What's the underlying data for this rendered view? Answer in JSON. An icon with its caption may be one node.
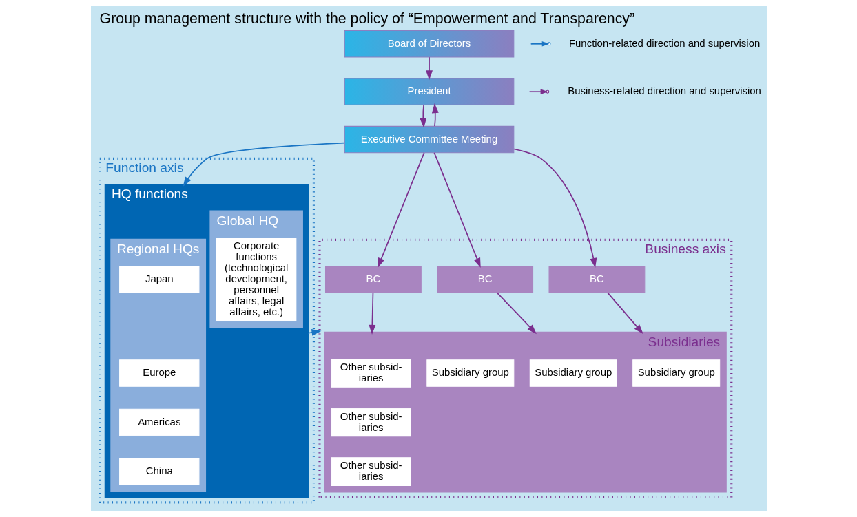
{
  "diagram": {
    "title": "Group management structure with the policy of “Empowerment and Transparency”",
    "nodes": [
      {
        "text": [
          "Board of Directors"
        ]
      },
      {
        "text": [
          "President"
        ]
      },
      {
        "text": [
          "Executive Committee Meeting"
        ]
      },
      {
        "text": [
          "Function axis"
        ]
      },
      {
        "text": [
          "HQ functions"
        ],
        "in": 3
      },
      {
        "text": [
          "Global HQ"
        ],
        "in": 4
      },
      {
        "text": [
          "Corporate functions (technological development, personnel affairs, legal affairs, etc.)"
        ],
        "in": 5
      },
      {
        "text": [
          "Regional HQs"
        ],
        "in": 4
      },
      {
        "text": [
          "Japan"
        ],
        "in": 7
      },
      {
        "text": [
          "Europe"
        ],
        "in": 7
      },
      {
        "text": [
          "Americas"
        ],
        "in": 7
      },
      {
        "text": [
          "China"
        ],
        "in": 7
      },
      {
        "text": [
          "Business axis"
        ]
      },
      {
        "text": [
          "BC"
        ],
        "in": 12
      },
      {
        "text": [
          "BC"
        ],
        "in": 12
      },
      {
        "text": [
          "BC"
        ],
        "in": 12
      },
      {
        "text": [
          "Subsidiaries"
        ],
        "in": 12
      },
      {
        "text": [
          "Subsidiary group"
        ],
        "in": 16
      },
      {
        "text": [
          "Subsidiary group"
        ],
        "in": 16
      },
      {
        "text": [
          "Subsidiary group"
        ],
        "in": 16
      },
      {
        "text": [
          "Other subsid- iaries"
        ],
        "in": 16
      },
      {
        "text": [
          "Other subsid- iaries"
        ],
        "in": 16
      },
      {
        "text": [
          "Other subsid- iaries"
        ],
        "in": 16
      }
    ],
    "edges": [
      {
        "from": 0,
        "to": 1,
        "arrow": "to"
      },
      {
        "from": 1,
        "to": 2,
        "arrow": "to"
      },
      {
        "from": 2,
        "to": 1,
        "arrow": "to"
      },
      {
        "from": 2,
        "to": 4,
        "arrow": "to",
        "color": "#1a75c4"
      },
      {
        "from": 2,
        "to": 13,
        "arrow": "to"
      },
      {
        "from": 2,
        "to": 14,
        "arrow": "to"
      },
      {
        "from": 2,
        "to": 15,
        "arrow": "to"
      },
      {
        "from": 13,
        "to": 16,
        "arrow": "to"
      },
      {
        "from": 14,
        "to": 16,
        "arrow": "to"
      },
      {
        "from": 15,
        "to": 16,
        "arrow": "to"
      },
      {
        "from": 4,
        "to": 12,
        "arrow": "to",
        "color": "#1a75c4"
      }
    ],
    "legend": [
      {
        "text": "Function-related direction and supervision"
      },
      {
        "text": "Business-related direction and supervision"
      }
    ]
  }
}
